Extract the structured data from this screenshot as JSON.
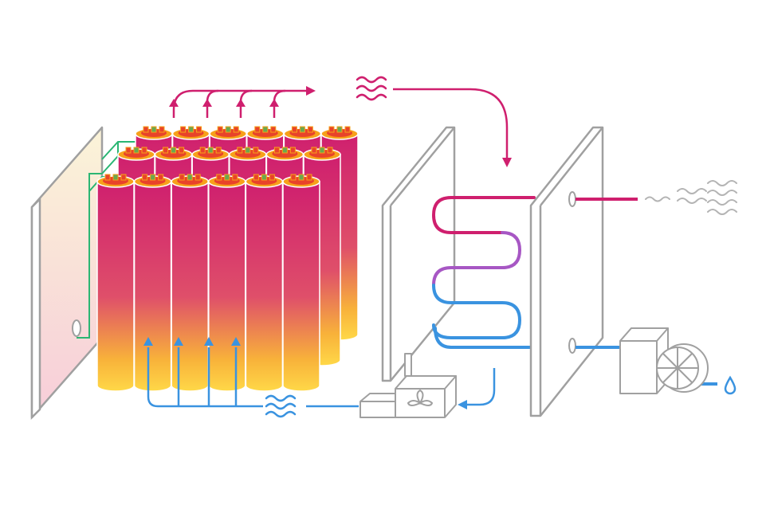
{
  "colors": {
    "hot": "#cf1f6e",
    "mid": "#a757c4",
    "cold": "#3a93e0",
    "frame": "#9e9e9e",
    "wire": "#2bb673",
    "wave_gray": "#b4b4b4",
    "cell_top": "#e8432a",
    "cell_top_accent": "#f7a11a",
    "cell_bottom": "#ffd23f",
    "cell_cap_green": "#6aa84f",
    "panel_fill_top": "#fbf2d4",
    "panel_fill_bottom": "#f6cfd9"
  },
  "icons": {
    "hot_waves": "wavy-lines-icon",
    "cold_waves": "wavy-lines-icon",
    "exhaust_waves": "wavy-lines-icon",
    "pump": "fan-icon",
    "water_drop": "water-drop-icon",
    "arrows": "arrow-icon"
  },
  "components": [
    "battery-cell-array",
    "cooling-plate-left",
    "heat-exchanger",
    "circulation-pump",
    "radiator-fan-unit"
  ]
}
